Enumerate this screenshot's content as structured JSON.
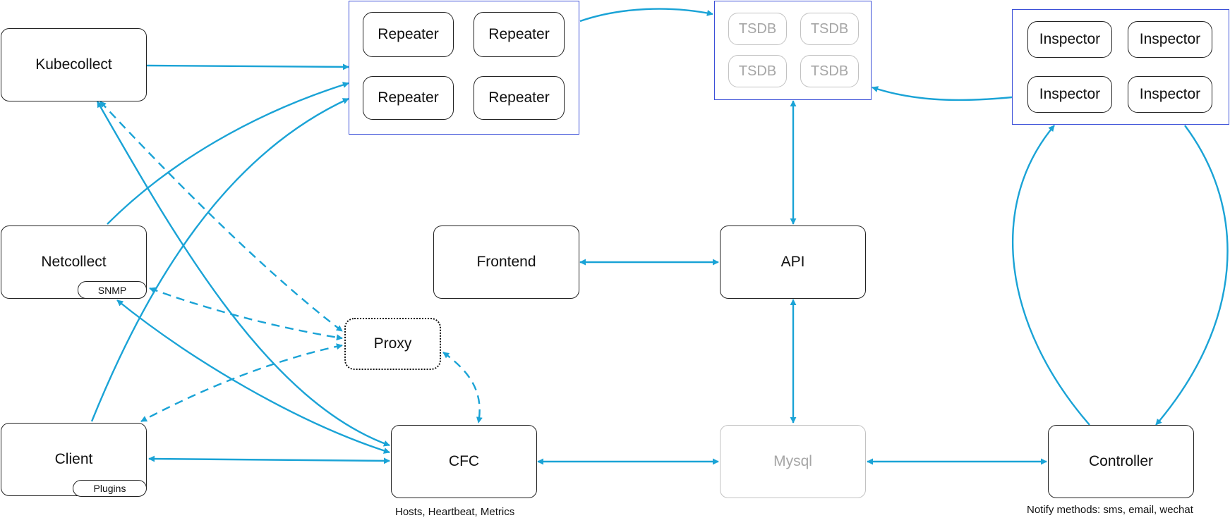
{
  "nodes": {
    "kubecollect": "Kubecollect",
    "netcollect": "Netcollect",
    "client": "Client",
    "frontend": "Frontend",
    "api": "API",
    "proxy": "Proxy",
    "cfc": "CFC",
    "mysql": "Mysql",
    "controller": "Controller"
  },
  "repeaters": [
    "Repeater",
    "Repeater",
    "Repeater",
    "Repeater"
  ],
  "tsdbs": [
    "TSDB",
    "TSDB",
    "TSDB",
    "TSDB"
  ],
  "inspectors": [
    "Inspector",
    "Inspector",
    "Inspector",
    "Inspector"
  ],
  "badges": {
    "snmp": "SNMP",
    "plugins": "Plugins"
  },
  "notes": {
    "cfc": "Hosts, Heartbeat, Metrics",
    "controller": "Notify methods: sms, email, wechat"
  },
  "colors": {
    "arrow": "#1aa3d6",
    "group_border": "#3b4fd8",
    "inactive": "#a6a6a6"
  }
}
